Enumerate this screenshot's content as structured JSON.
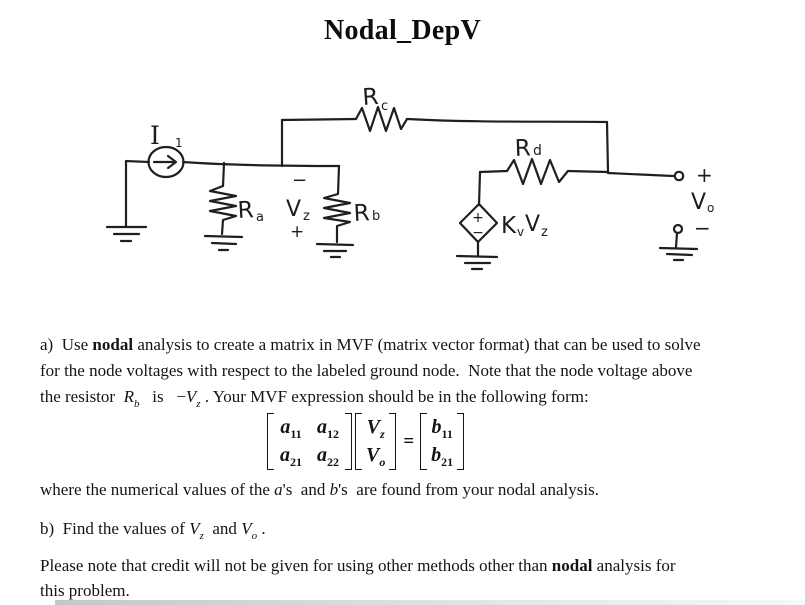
{
  "colors": {
    "ink": "#1a1a1a",
    "bottom_edge_gray": "#c6c6c6"
  },
  "title": "Nodal_DepV",
  "circuit": {
    "labels": {
      "i1_main": "I",
      "i1_sub": "1",
      "rc_main": "R",
      "rc_sub": "c",
      "ra_main": "R",
      "ra_sub": "a",
      "rb_main": "R",
      "rb_sub": "b",
      "rd_main": "R",
      "rd_sub": "d",
      "vz_minus": "−",
      "vz_main": "V",
      "vz_sub": "z",
      "vz_plus": "+",
      "dep_plus": "+",
      "dep_minus": "−",
      "kv_k": "K",
      "kv_ksub": "v",
      "kv_v": "V",
      "kv_vsub": "z",
      "vo_plus": "+",
      "vo_main": "V",
      "vo_sub": "o",
      "vo_minus": "−"
    }
  },
  "problem": {
    "part_a": {
      "line1": {
        "lead": "a)",
        "t1": "  Use ",
        "bold": "nodal",
        "t2": " analysis to create a matrix in MVF (matrix vector format) that can be used to solve"
      },
      "line2": "for the node voltages with respect to the labeled ground node.  Note that the node voltage above",
      "line3": {
        "t1": "the resistor  ",
        "r": "R",
        "rsub": "b",
        "t2": "   is   ",
        "neg": "−",
        "v": "V",
        "vsub": "z",
        "t3": " . Your MVF expression should be in the following form:"
      }
    },
    "matrix": {
      "a11_m": "a",
      "a11_s": "11",
      "a12_m": "a",
      "a12_s": "12",
      "a21_m": "a",
      "a21_s": "21",
      "a22_m": "a",
      "a22_s": "22",
      "vz_m": "V",
      "vz_s": "z",
      "vo_m": "V",
      "vo_s": "o",
      "eq": "=",
      "b11_m": "b",
      "b11_s": "11",
      "b21_m": "b",
      "b21_s": "21"
    },
    "where": {
      "t1": "where the numerical values of the ",
      "a": "a",
      "t2": "'s  and ",
      "b": "b",
      "t3": "'s  are found from your nodal analysis."
    },
    "part_b": {
      "lead": "b)",
      "t1": "  Find the values of ",
      "v1": "V",
      "v1sub": "z",
      "t2": "  and ",
      "v2": "V",
      "v2sub": "o",
      "t3": " ."
    },
    "note": {
      "line1": {
        "t1": "Please note that credit will not be given for using other methods other than ",
        "bold": "nodal",
        "t2": " analysis for"
      },
      "line2": "this problem."
    }
  }
}
